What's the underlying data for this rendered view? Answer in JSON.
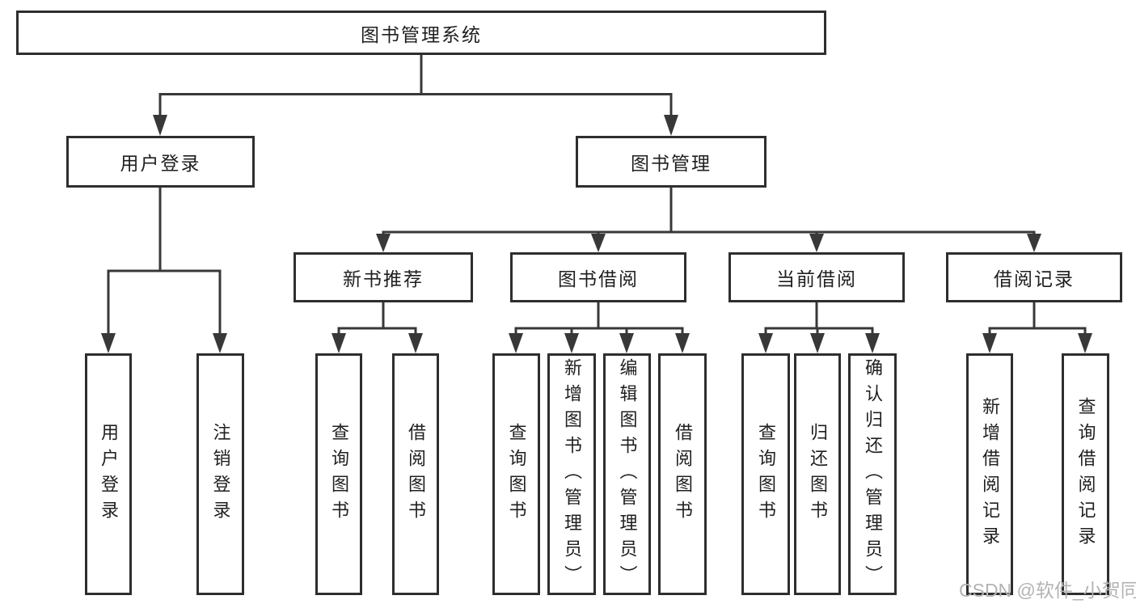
{
  "nodes": {
    "root": {
      "label": "图书管理系统"
    },
    "level2": [
      {
        "label": "用户登录",
        "parent": "图书管理系统"
      },
      {
        "label": "图书管理",
        "parent": "图书管理系统"
      }
    ],
    "level3": [
      {
        "label": "新书推荐",
        "parent": "图书管理"
      },
      {
        "label": "图书借阅",
        "parent": "图书管理"
      },
      {
        "label": "当前借阅",
        "parent": "图书管理"
      },
      {
        "label": "借阅记录",
        "parent": "图书管理"
      }
    ],
    "leaves": [
      {
        "label": "用户登录",
        "parent": "用户登录"
      },
      {
        "label": "注销登录",
        "parent": "用户登录"
      },
      {
        "label": "查询图书",
        "parent": "新书推荐"
      },
      {
        "label": "借阅图书",
        "parent": "新书推荐"
      },
      {
        "label": "查询图书",
        "parent": "图书借阅"
      },
      {
        "label": "新增图书（管理员）",
        "parent": "图书借阅"
      },
      {
        "label": "编辑图书（管理员）",
        "parent": "图书借阅"
      },
      {
        "label": "借阅图书",
        "parent": "图书借阅"
      },
      {
        "label": "查询图书",
        "parent": "当前借阅"
      },
      {
        "label": "归还图书",
        "parent": "当前借阅"
      },
      {
        "label": "确认归还（管理员）",
        "parent": "当前借阅"
      },
      {
        "label": "新增借阅记录",
        "parent": "借阅记录"
      },
      {
        "label": "查询借阅记录",
        "parent": "借阅记录"
      }
    ]
  },
  "watermark": {
    "text": "CSDN @软件_小贺同学"
  },
  "colors": {
    "ink": "#2e2e2e",
    "line": "#383838",
    "text": "#1f1f1f",
    "watermark": "#b3b3b3",
    "canvas": "#ffffff"
  }
}
